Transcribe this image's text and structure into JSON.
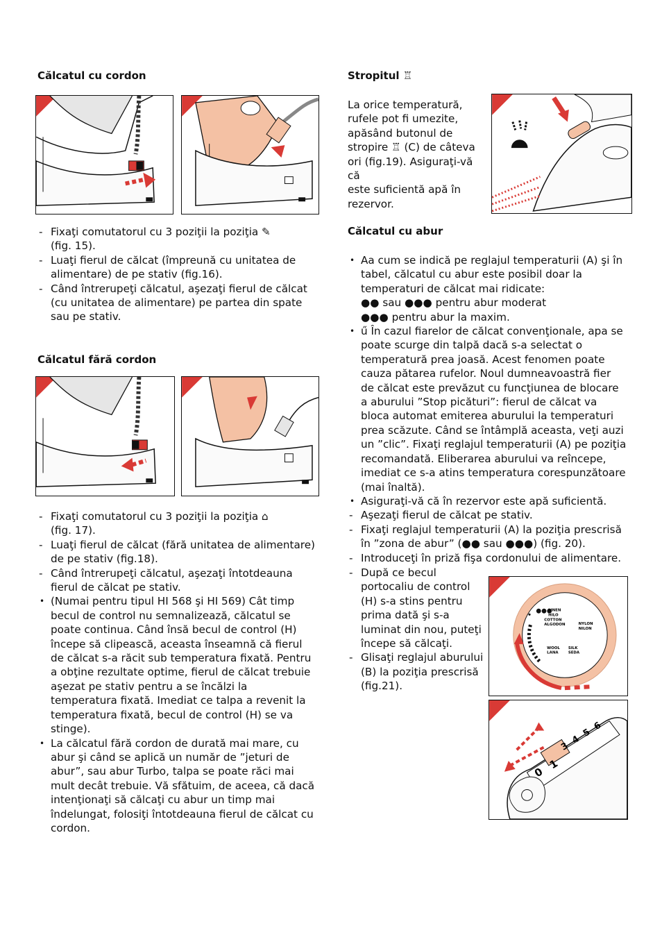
{
  "left": {
    "heading_corded": "Călcatul cu cordon",
    "corded_items": [
      {
        "marker": "-",
        "text": "Fixaţi comutatorul cu 3 poziţii la poziţia ✎"
      },
      {
        "marker": "",
        "text": "(fig. 15)."
      },
      {
        "marker": "-",
        "text": "Luaţi fierul de călcat (împreună cu unitatea de alimentare) de pe stativ (fig.16)."
      },
      {
        "marker": "-",
        "text": "Când întrerupeţi călcatul, aşezaţi fierul de călcat (cu unitatea de alimentare) pe partea din spate sau pe stativ."
      }
    ],
    "heading_cordless": "Călcatul fără cordon",
    "cordless_items": [
      {
        "marker": "-",
        "text": "Fixaţi comutatorul cu 3 poziţii la poziţia ⌂"
      },
      {
        "marker": "",
        "text": "(fig. 17)."
      },
      {
        "marker": "-",
        "text": "Luaţi fierul de călcat (fără unitatea de alimentare) de pe stativ (fig.18)."
      },
      {
        "marker": "-",
        "text": "Când întrerupeţi călcatul, aşezaţi întotdeauna fierul de călcat pe stativ."
      },
      {
        "marker": "•",
        "text": "(Numai pentru tipul HI 568 şi HI 569) Cât timp becul de control nu semnalizează, călcatul se poate continua. Când însă becul de control (H) începe să clipească, aceasta înseamnă că fierul de călcat s-a răcit sub temperatura fixată. Pentru a obţine rezultate optime, fierul de călcat trebuie aşezat pe stativ pentru a se încălzi la temperatura fixată. Imediat ce talpa a revenit la temperatura fixată, becul de control (H) se va stinge)."
      },
      {
        "marker": "•",
        "text": "La călcatul fără cordon de durată mai mare, cu abur şi când se aplică un număr de ”jeturi de abur”, sau abur Turbo, talpa se poate răci mai mult decât trebuie. Vă sfătuim, de aceea, că dacă intenţionaţi să călcaţi cu abur un timp mai îndelungat, folosiţi întotdeauna fierul de călcat cu cordon."
      }
    ]
  },
  "right": {
    "heading_spray": "Stropitul ♖",
    "spray_lines": [
      "La orice temperatură,",
      "rufele pot fi umezite,",
      "apăsând butonul de",
      "stropire ♖ (C) de câteva",
      "ori (fig.19). Asiguraţi-vă că",
      "este suficientă apă în",
      "rezervor."
    ],
    "heading_steam": "Călcatul cu abur",
    "steam_items": [
      {
        "marker": "•",
        "text": "Aa cum se indică pe reglajul temperaturii (A) şi în tabel, călcatul cu abur este posibil doar la temperaturi de călcat mai ridicate:"
      },
      {
        "marker": "",
        "text": "●● sau ●●● pentru abur moderat"
      },
      {
        "marker": "",
        "text": "●●● pentru abur la maxim."
      },
      {
        "marker": "•",
        "text": "ű În cazul fiarelor de călcat convenţionale, apa se poate scurge din talpă dacă s-a selectat o temperatură prea joasă. Acest fenomen poate cauza pătarea rufelor. Noul dumneavoastră fier de călcat este prevăzut cu funcţiunea de blocare a aburului ”Stop picături”: fierul de călcat va bloca automat emiterea aburului la temperaturi prea scăzute. Când se întâmplă aceasta, veţi auzi un ”clic”. Fixaţi reglajul temperaturii (A) pe poziţia recomandată. Eliberarea aburului va reîncepe, imediat ce s-a atins temperatura corespunzătoare (mai înaltă)."
      },
      {
        "marker": "•",
        "text": "Asiguraţi-vă că în rezervor este apă suficientă."
      },
      {
        "marker": "-",
        "text": "Aşezaţi fierul de călcat pe stativ."
      },
      {
        "marker": "-",
        "text": "Fixaţi reglajul temperaturii (A) la poziţia prescrisă în ”zona de abur” (●● sau ●●●) (fig. 20)."
      },
      {
        "marker": "-",
        "text": "Introduceţi în priză fişa cordonului de alimentare."
      }
    ],
    "steam_items_narrow": [
      {
        "marker": "-",
        "lines": [
          "După ce becul",
          "portocaliu de control",
          "(H) s-a stins pentru",
          "prima dată şi s-a",
          "luminat din nou, puteţi",
          "începe să călcaţi."
        ]
      },
      {
        "marker": "-",
        "lines": [
          "Glisaţi reglajul aburului",
          "(B) la poziţia prescrisă",
          "(fig.21)."
        ]
      }
    ]
  },
  "dial": {
    "labels": [
      "LINEN",
      "HILO",
      "COTTON",
      "ALGODON",
      "NYLON",
      "NILON",
      "WOOL",
      "LANA",
      "SILK",
      "SEDA"
    ]
  },
  "slider": {
    "labels": [
      "0",
      "1",
      "3",
      "4",
      "5",
      "6"
    ]
  },
  "colors": {
    "accent_red": "#d93a35",
    "peach": "#f4c1a4"
  }
}
